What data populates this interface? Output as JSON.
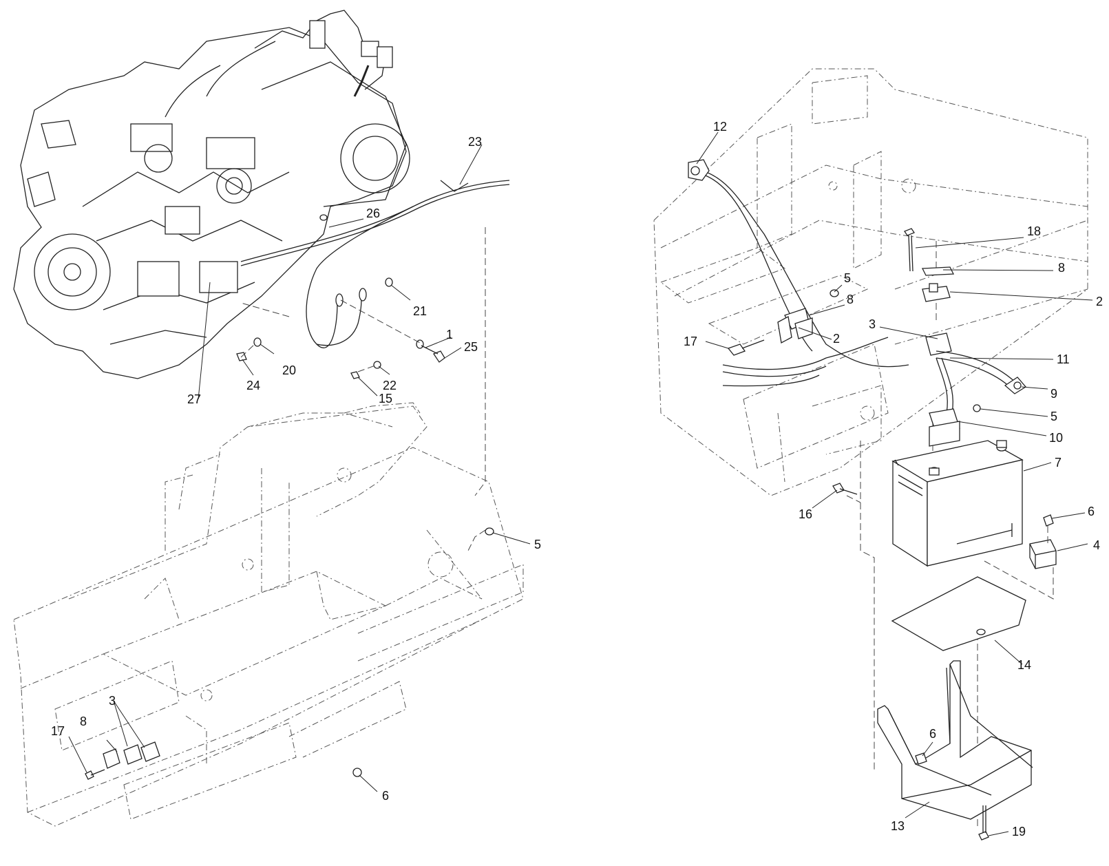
{
  "callouts": {
    "c23": "23",
    "c26": "26",
    "c21": "21",
    "c1": "1",
    "c25": "25",
    "c20": "20",
    "c24": "24",
    "c22": "22",
    "c15": "15",
    "c27": "27",
    "c5a": "5",
    "c3a": "3",
    "c8a": "8",
    "c17a": "17",
    "c6a": "6",
    "c12": "12",
    "c18": "18",
    "c8b": "8",
    "c2a": "2",
    "c5b": "5",
    "c8c": "8",
    "c3b": "3",
    "c2b": "2",
    "c17b": "17",
    "c11": "11",
    "c9": "9",
    "c5c": "5",
    "c10": "10",
    "c7": "7",
    "c16": "16",
    "c6b": "6",
    "c4": "4",
    "c14": "14",
    "c6c": "6",
    "c13": "13",
    "c19": "19"
  }
}
